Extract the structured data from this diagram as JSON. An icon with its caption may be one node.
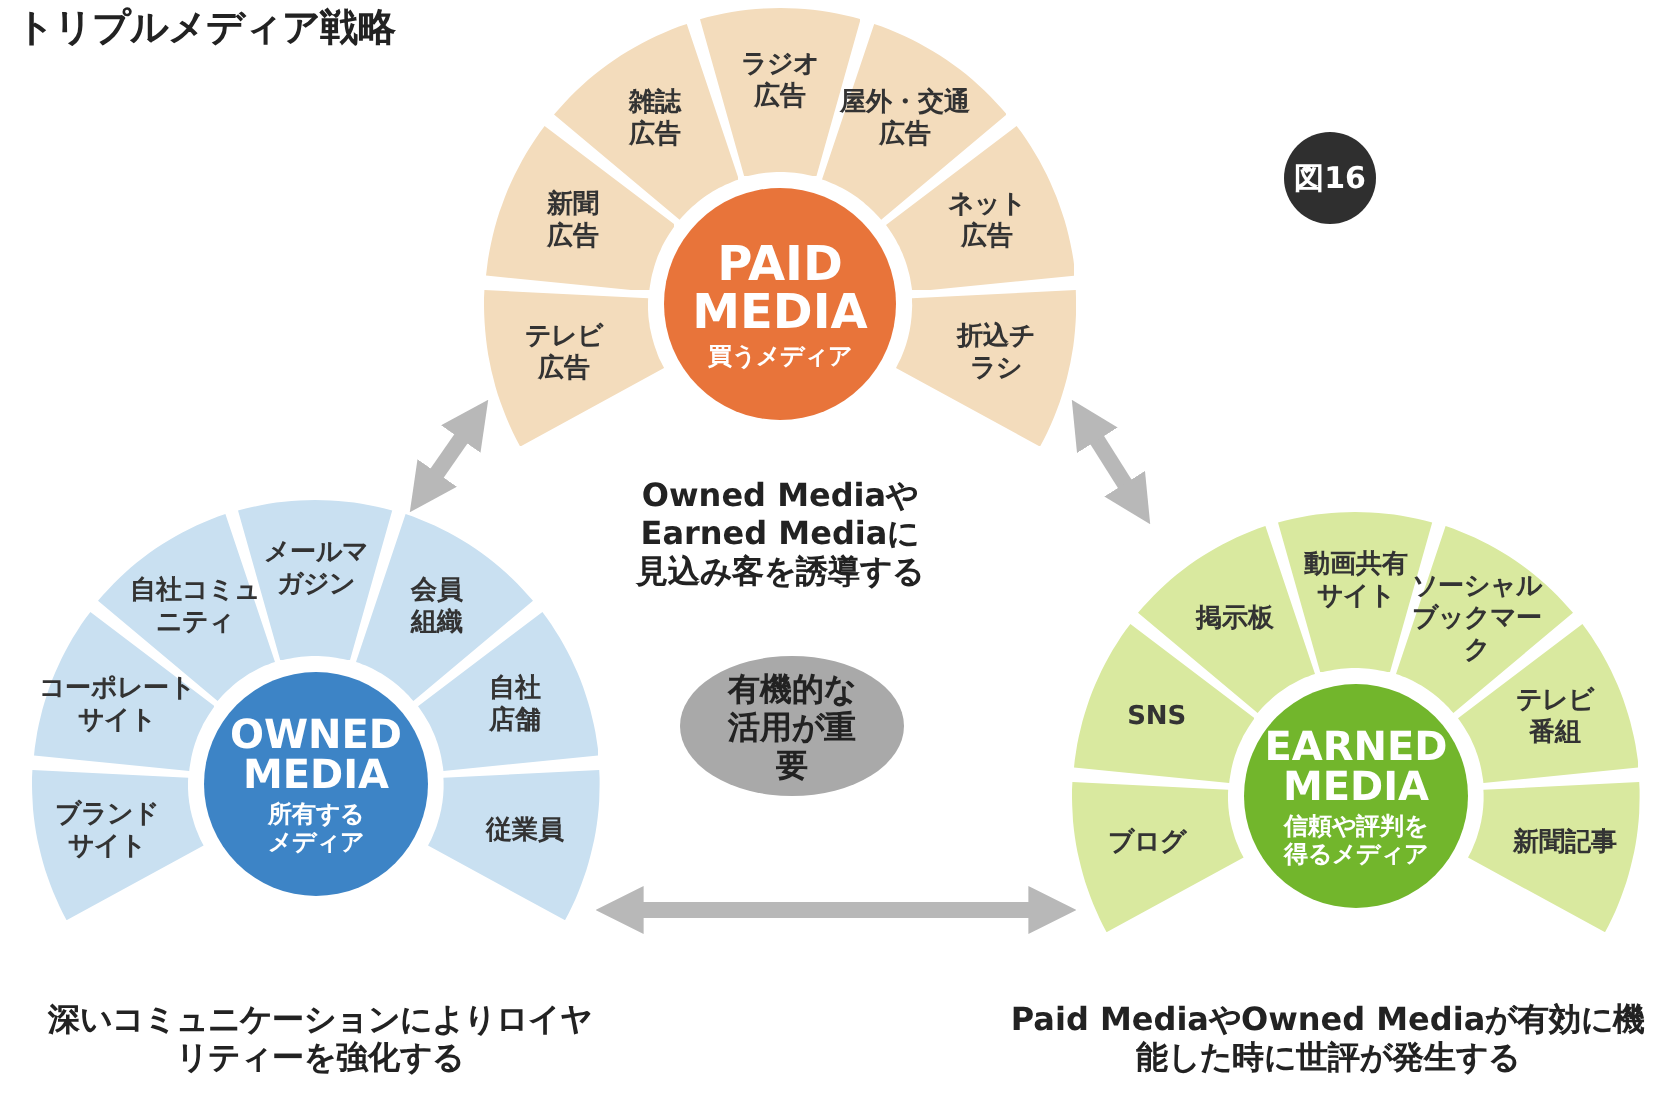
{
  "diagram": {
    "title": "トリプルメディア戦略",
    "nodes": [
      {
        "text": [],
        "shape": "fan",
        "beside": [
          "Owned MediaやEarned Mediaに見込み客を誘導する"
        ]
      },
      {
        "text": [
          "PAID MEDIA",
          "買うメディア"
        ],
        "in": 0
      },
      {
        "text": [
          "テレビ広告"
        ],
        "in": 0
      },
      {
        "text": [
          "新聞広告"
        ],
        "in": 0
      },
      {
        "text": [
          "雑誌広告"
        ],
        "in": 0
      },
      {
        "text": [
          "ラジオ広告"
        ],
        "in": 0
      },
      {
        "text": [
          "屋外・交通広告"
        ],
        "in": 0
      },
      {
        "text": [
          "ネット広告"
        ],
        "in": 0
      },
      {
        "text": [
          "折込チラシ"
        ],
        "in": 0
      },
      {
        "text": [],
        "shape": "fan",
        "beside": [
          "深いコミュニケーションによりロイヤリティーを強化する"
        ]
      },
      {
        "text": [
          "OWNED MEDIA",
          "所有するメディア"
        ],
        "in": 9
      },
      {
        "text": [
          "ブランドサイト"
        ],
        "in": 9
      },
      {
        "text": [
          "コーポレートサイト"
        ],
        "in": 9
      },
      {
        "text": [
          "自社コミュニティ"
        ],
        "in": 9
      },
      {
        "text": [
          "メールマガジン"
        ],
        "in": 9
      },
      {
        "text": [
          "会員組織"
        ],
        "in": 9
      },
      {
        "text": [
          "自社店舗"
        ],
        "in": 9
      },
      {
        "text": [
          "従業員"
        ],
        "in": 9
      },
      {
        "text": [],
        "shape": "fan",
        "beside": [
          "Paid MediaやOwned Mediaが有効に機能した時に世評が発生する"
        ]
      },
      {
        "text": [
          "EARNED MEDIA",
          "信頼や評判を得るメディア"
        ],
        "in": 18
      },
      {
        "text": [
          "ブログ"
        ],
        "in": 18
      },
      {
        "text": [
          "SNS"
        ],
        "in": 18
      },
      {
        "text": [
          "掲示板"
        ],
        "in": 18
      },
      {
        "text": [
          "動画共有サイト"
        ],
        "in": 18
      },
      {
        "text": [
          "ソーシャルブックマーク"
        ],
        "in": 18
      },
      {
        "text": [
          "テレビ番組"
        ],
        "in": 18
      },
      {
        "text": [
          "新聞記事"
        ],
        "in": 18
      },
      {
        "text": [
          "有機的な活用が重要"
        ]
      }
    ],
    "edges": [
      {
        "from": 0,
        "to": 9,
        "arrow": "both"
      },
      {
        "from": 0,
        "to": 18,
        "arrow": "both"
      },
      {
        "from": 9,
        "to": 18,
        "arrow": "both"
      }
    ],
    "labels": [
      "図16"
    ]
  }
}
